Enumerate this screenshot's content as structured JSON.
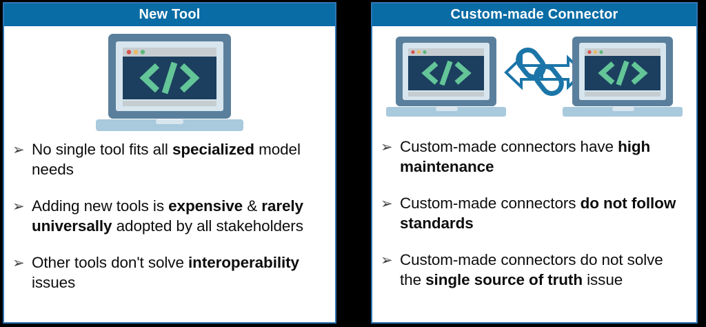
{
  "slide": {
    "background_color": "#000000",
    "panel_border_color": "#2e75b6",
    "header_color": "#0a6ca5",
    "accent_green": "#63c598",
    "screen_navy": "#1c3f5f",
    "laptop_bezel": "#5a7f9c",
    "laptop_base": "#a9c9dd",
    "connector_blue": "#1b75a8"
  },
  "panels": [
    {
      "id": "new-tool",
      "title": "New Tool",
      "illustration": {
        "name": "single-laptop-code-illustration",
        "laptop_count": 1,
        "screen_glyph": "</>"
      },
      "bullets": [
        {
          "marker": "➢",
          "parts": [
            {
              "text": "No single tool fits all ",
              "bold": false
            },
            {
              "text": "specialized",
              "bold": true
            },
            {
              "text": " model needs",
              "bold": false
            }
          ]
        },
        {
          "marker": "➢",
          "parts": [
            {
              "text": "Adding new tools is ",
              "bold": false
            },
            {
              "text": "expensive",
              "bold": true
            },
            {
              "text": " & ",
              "bold": false
            },
            {
              "text": "rarely universally",
              "bold": true
            },
            {
              "text": " adopted by all stakeholders",
              "bold": false
            }
          ]
        },
        {
          "marker": "➢",
          "parts": [
            {
              "text": "Other tools don't solve ",
              "bold": false
            },
            {
              "text": "interoperability",
              "bold": true
            },
            {
              "text": " issues",
              "bold": false
            }
          ]
        }
      ]
    },
    {
      "id": "custom-made-connector",
      "title": "Custom-made Connector",
      "illustration": {
        "name": "two-laptops-chain-arrow-illustration",
        "laptop_count": 2,
        "screen_glyph": "</>",
        "connector": "double-headed-arrow-with-chain-links"
      },
      "bullets": [
        {
          "marker": "➢",
          "parts": [
            {
              "text": "Custom-made connectors have ",
              "bold": false
            },
            {
              "text": "high maintenance",
              "bold": true
            }
          ]
        },
        {
          "marker": "➢",
          "parts": [
            {
              "text": "Custom-made connectors ",
              "bold": false
            },
            {
              "text": "do not follow standards",
              "bold": true
            }
          ]
        },
        {
          "marker": "➢",
          "parts": [
            {
              "text": "Custom-made connectors do not solve the ",
              "bold": false
            },
            {
              "text": "single source of truth",
              "bold": true
            },
            {
              "text": " issue",
              "bold": false
            }
          ]
        }
      ]
    }
  ]
}
